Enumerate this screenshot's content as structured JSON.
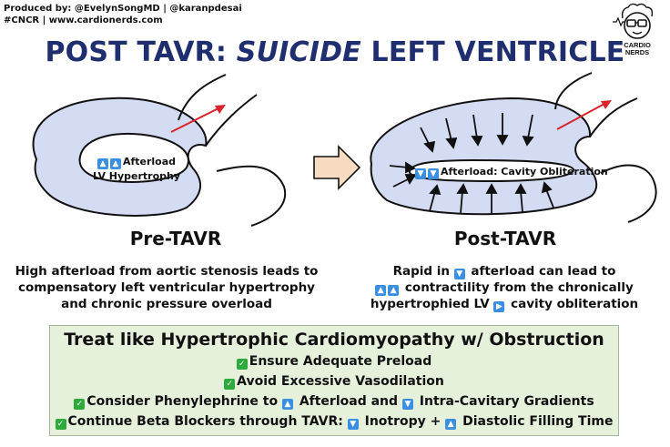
{
  "credits": {
    "line1": "Produced by: @EvelynSongMD | @karanpdesai",
    "line2": "#CNCR | www.cardionerds.com"
  },
  "logo": {
    "text_top": "CARDIO",
    "text_bottom": "NERDS"
  },
  "title": {
    "part1": "POST TAVR: ",
    "italic": "SUICIDE",
    "part2": " LEFT VENTRICLE"
  },
  "pre": {
    "inlay_text1": "Afterload",
    "inlay_text2": "LV Hypertrophy",
    "label": "Pre-TAVR",
    "desc": [
      "High afterload from aortic stenosis leads to",
      "compensatory left ventricular hypertrophy",
      "and chronic pressure overload"
    ]
  },
  "post": {
    "inlay_text": "Afterload: Cavity Obliteration",
    "label": "Post-TAVR",
    "desc1_pre": "Rapid in",
    "desc1_post": "afterload can lead to",
    "desc2": "contractility from the chronically",
    "desc3_pre": "hypertrophied LV",
    "desc3_post": "cavity obliteration"
  },
  "treat": {
    "title": "Treat like Hypertrophic Cardiomyopathy w/ Obstruction",
    "line1": "Ensure Adequate Preload",
    "line2": "Avoid Excessive Vasodilation",
    "line3_a": "Consider Phenylephrine to",
    "line3_b": "Afterload and",
    "line3_c": "Intra-Cavitary Gradients",
    "line4_a": "Continue Beta Blockers through TAVR:",
    "line4_b": "Inotropy +",
    "line4_c": "Diastolic Filling Time"
  },
  "colors": {
    "title": "#1f2e6e",
    "lv_fill": "#d3dcf3",
    "arrow_red": "#d8242a",
    "box_bg": "#e6f1dc",
    "icon_blue": "#3b8fe0",
    "icon_green": "#2eaa3c"
  },
  "icons": {
    "up": "up-arrow-icon",
    "down": "down-arrow-icon",
    "right": "right-arrow-icon",
    "check": "check-mark-icon"
  }
}
